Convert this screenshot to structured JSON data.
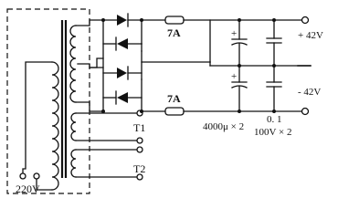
{
  "diagram": {
    "fuse_top_rating": "7A",
    "fuse_bottom_rating": "7A",
    "output_top_label": "+ 42V",
    "output_bottom_label": "- 42V",
    "electrolytic_caps_label": "4000μ × 2",
    "film_caps_value": "0. 1",
    "film_caps_voltage": "100V × 2",
    "tap_t1_label": "T1",
    "tap_t2_label": "T2",
    "mains_label": "220V"
  }
}
